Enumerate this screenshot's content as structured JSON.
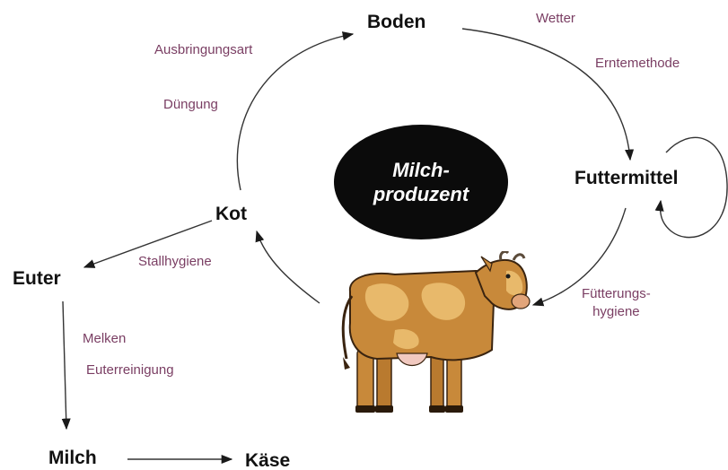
{
  "diagram": {
    "center": {
      "line1": "Milch-",
      "line2": "produzent"
    },
    "nodes": {
      "boden": "Boden",
      "futtermittel": "Futtermittel",
      "kot": "Kot",
      "euter": "Euter",
      "milch": "Milch",
      "kaese": "Käse"
    },
    "factors": {
      "ausbringungsart": "Ausbringungsart",
      "duengung": "Düngung",
      "wetter": "Wetter",
      "erntemethode": "Erntemethode",
      "fuetterungshygiene_line1": "Fütterungs-",
      "fuetterungshygiene_line2": "hygiene",
      "stallhygiene": "Stallhygiene",
      "melken": "Melken",
      "euterreinigung": "Euterreinigung"
    },
    "icons": {
      "cow": "cow-icon"
    },
    "colors": {
      "node_text": "#111111",
      "factor_text": "#7a3e63",
      "center_fill": "#0b0b0b",
      "center_text": "#ffffff",
      "cow_body": "#c8893a",
      "cow_patch": "#e8b96b"
    }
  }
}
